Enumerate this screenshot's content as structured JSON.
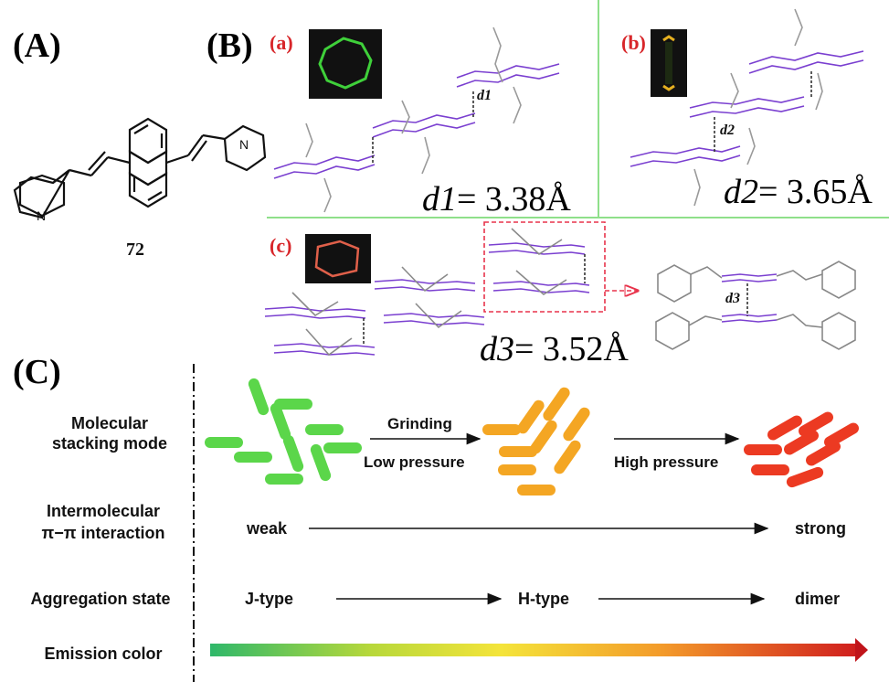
{
  "panels": {
    "A": "(A)",
    "B": "(B)",
    "C": "(C)"
  },
  "compound_label": "72",
  "nitrogen_label": "N",
  "crystals": {
    "a": {
      "label": "(a)",
      "distance_var": "d1",
      "distance_text": "= 3.38Å",
      "inset_color": "#3fd03a"
    },
    "b": {
      "label": "(b)",
      "distance_var": "d2",
      "distance_text": "= 3.65Å",
      "inset_color": "#e6b020"
    },
    "c": {
      "label": "(c)",
      "distance_var": "d3",
      "distance_text": "= 3.52Å",
      "inset_color": "#e0604a"
    }
  },
  "scheme": {
    "rows": {
      "stacking": "Molecular stacking mode",
      "interaction_line1": "Intermolecular",
      "interaction_line2": "π−π interaction",
      "aggregation": "Aggregation state",
      "emission": "Emission color"
    },
    "arrows": {
      "grinding": "Grinding",
      "low_pressure": "Low pressure",
      "high_pressure": "High pressure"
    },
    "interaction": {
      "start": "weak",
      "end": "strong"
    },
    "states": [
      "J-type",
      "H-type",
      "dimer"
    ]
  },
  "colors": {
    "green": "#5bd64a",
    "orange": "#f4a623",
    "red": "#ec3a22",
    "purple": "#7a3fd0",
    "divider": "#8fe08a",
    "highlight": "#e8334b"
  }
}
